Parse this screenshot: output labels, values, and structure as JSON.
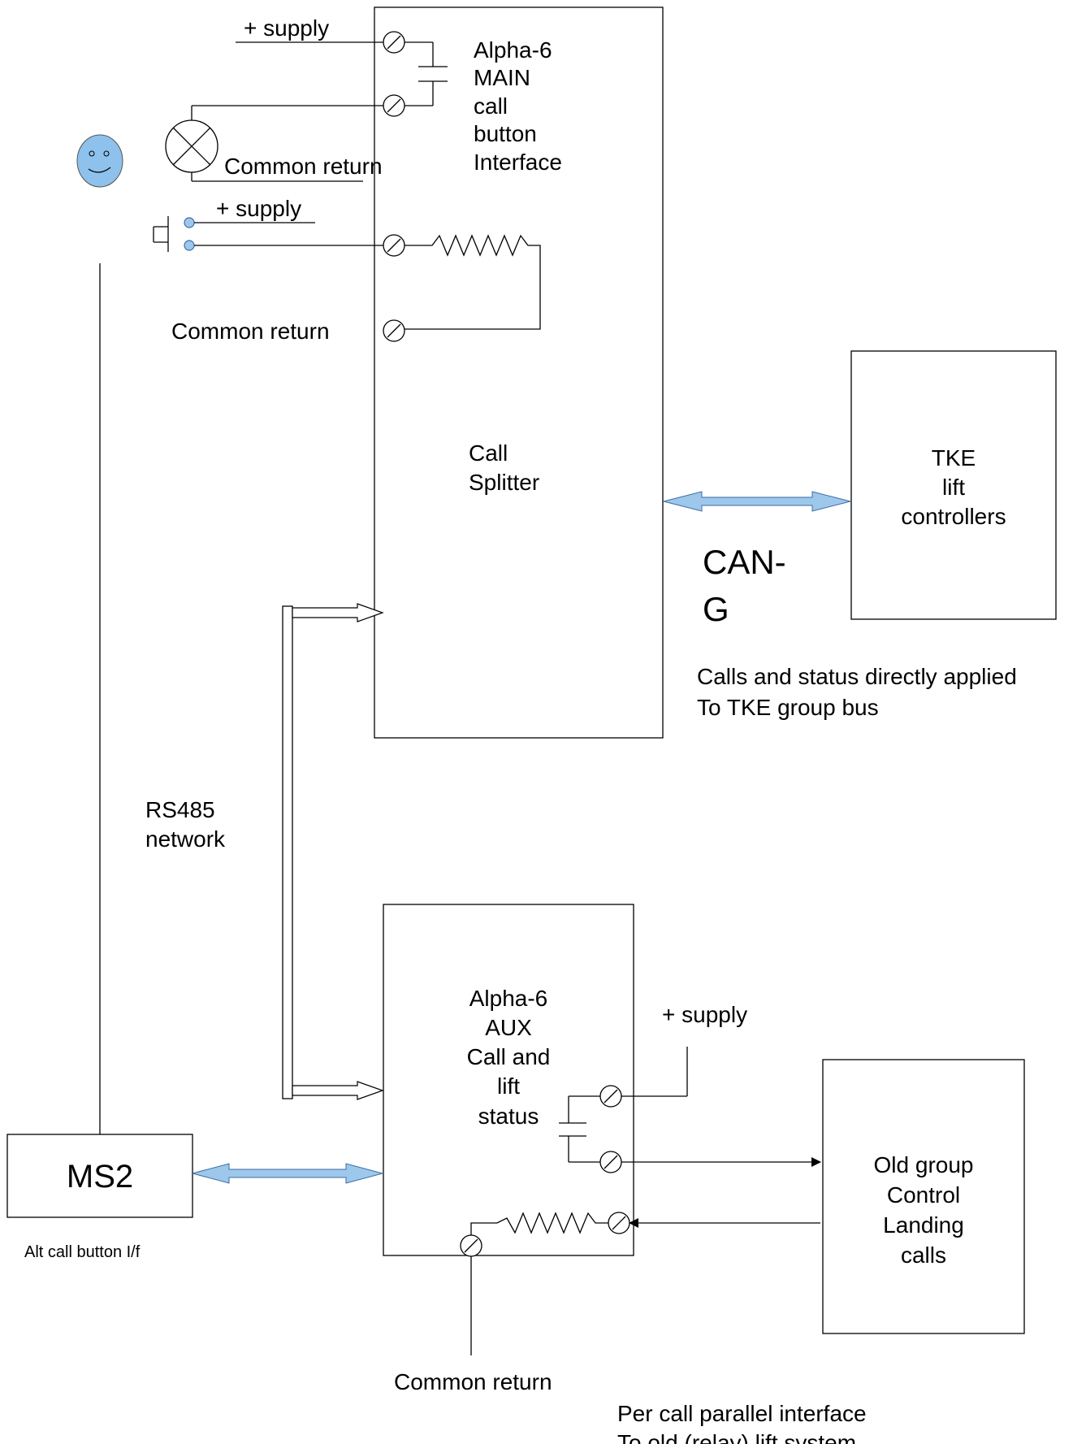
{
  "main_interface": {
    "lines": [
      "Alpha-6",
      "MAIN",
      "call",
      "button",
      "Interface"
    ]
  },
  "call_splitter": {
    "lines": [
      "Call",
      "Splitter"
    ]
  },
  "tke_controllers": {
    "lines": [
      "TKE",
      "lift",
      "controllers"
    ]
  },
  "can_link": {
    "lines": [
      "CAN-",
      "G"
    ]
  },
  "tke_note": {
    "lines": [
      "Calls and status directly applied",
      "To TKE group bus"
    ]
  },
  "rs485": {
    "lines": [
      "RS485",
      "network"
    ]
  },
  "aux_interface": {
    "lines": [
      "Alpha-6",
      "AUX",
      "Call and",
      "lift",
      "status"
    ]
  },
  "old_group": {
    "lines": [
      "Old group",
      "Control",
      "Landing",
      "calls"
    ]
  },
  "ms2": {
    "label": "MS2",
    "caption": "Alt call button I/f"
  },
  "wiring": {
    "supply_top": "+ supply",
    "common_return_lamp": "Common return",
    "supply_button": "+ supply",
    "common_return_button": "Common return",
    "supply_aux": "+ supply",
    "common_return_aux": "Common return"
  },
  "parallel_note": {
    "lines": [
      "Per call parallel interface",
      "To old (relay) lift system"
    ]
  },
  "colors": {
    "accent_arrow": "#9ec7ec",
    "face": "#8ec1ec"
  }
}
